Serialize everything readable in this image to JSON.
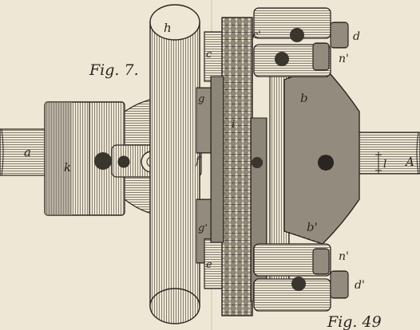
{
  "figure": {
    "title": "Fig. 7.",
    "number": "Fig. 49"
  },
  "labels": {
    "a": "a",
    "A": "A",
    "k": "k",
    "h": "h",
    "c": "c",
    "c_prime": "c'",
    "i": "i",
    "g": "g",
    "g_prime": "g'",
    "f": "f",
    "e": "e",
    "b": "b",
    "b_prime": "b'",
    "d": "d",
    "d_prime": "d'",
    "n_prime": "n'",
    "n_prime_lower": "n'",
    "l": "l"
  },
  "colors": {
    "paper": "#efe7d5",
    "ink": "#2a2520",
    "shade": "#9a9284"
  }
}
